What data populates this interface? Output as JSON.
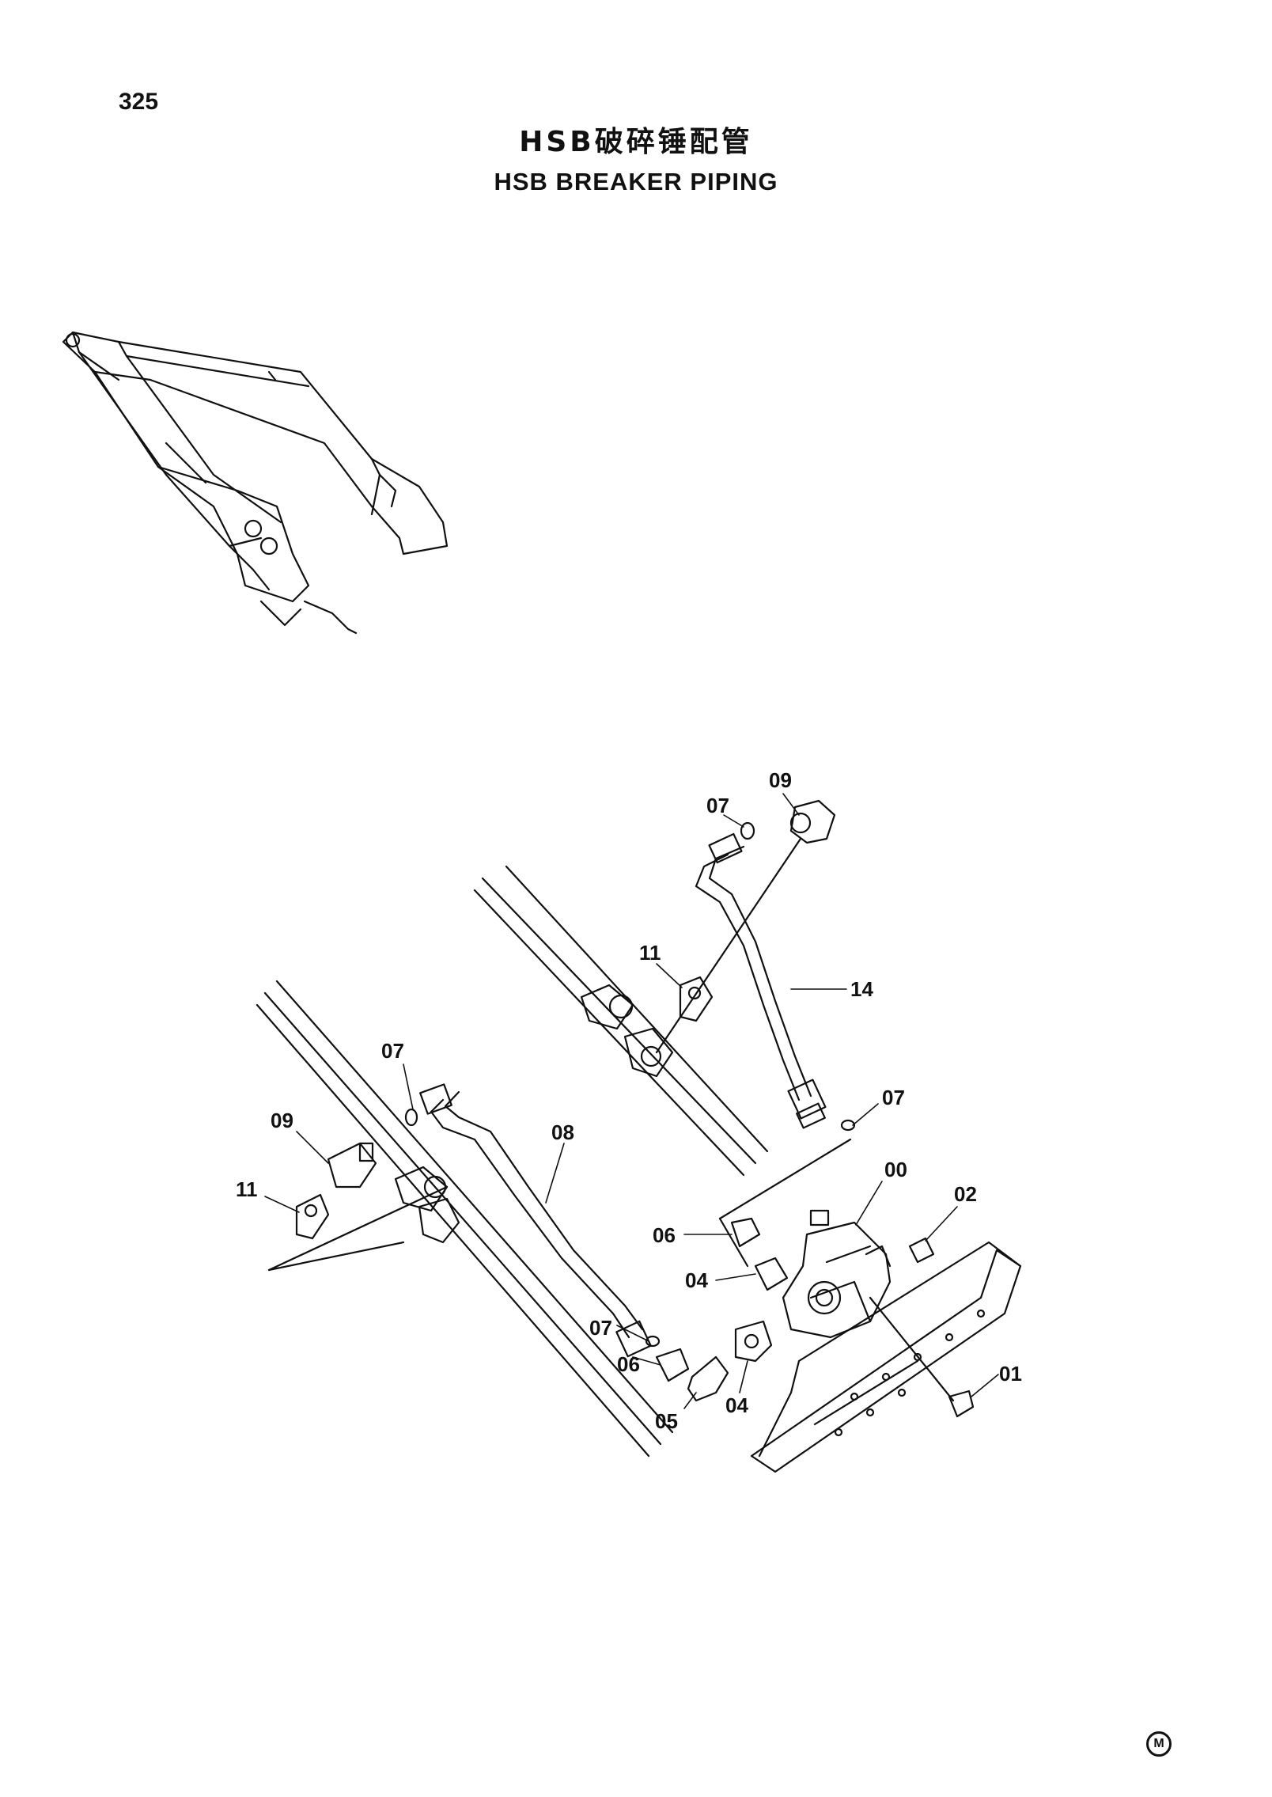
{
  "header": {
    "page_number": "325",
    "title_cn": "HSB破碎锤配管",
    "title_en": "HSB BREAKER PIPING"
  },
  "callouts": [
    {
      "id": "c09-top",
      "text": "09"
    },
    {
      "id": "c07-top",
      "text": "07"
    },
    {
      "id": "c11-mid",
      "text": "11"
    },
    {
      "id": "c14",
      "text": "14"
    },
    {
      "id": "c07-right",
      "text": "07"
    },
    {
      "id": "c07-left",
      "text": "07"
    },
    {
      "id": "c09-left",
      "text": "09"
    },
    {
      "id": "c08",
      "text": "08"
    },
    {
      "id": "c11-left",
      "text": "11"
    },
    {
      "id": "c00",
      "text": "00"
    },
    {
      "id": "c02",
      "text": "02"
    },
    {
      "id": "c06-upper",
      "text": "06"
    },
    {
      "id": "c04-upper",
      "text": "04"
    },
    {
      "id": "c07-lower",
      "text": "07"
    },
    {
      "id": "c06-lower",
      "text": "06"
    },
    {
      "id": "c05",
      "text": "05"
    },
    {
      "id": "c04-lower",
      "text": "04"
    },
    {
      "id": "c01",
      "text": "01"
    }
  ],
  "footer": {
    "mark": "M"
  }
}
